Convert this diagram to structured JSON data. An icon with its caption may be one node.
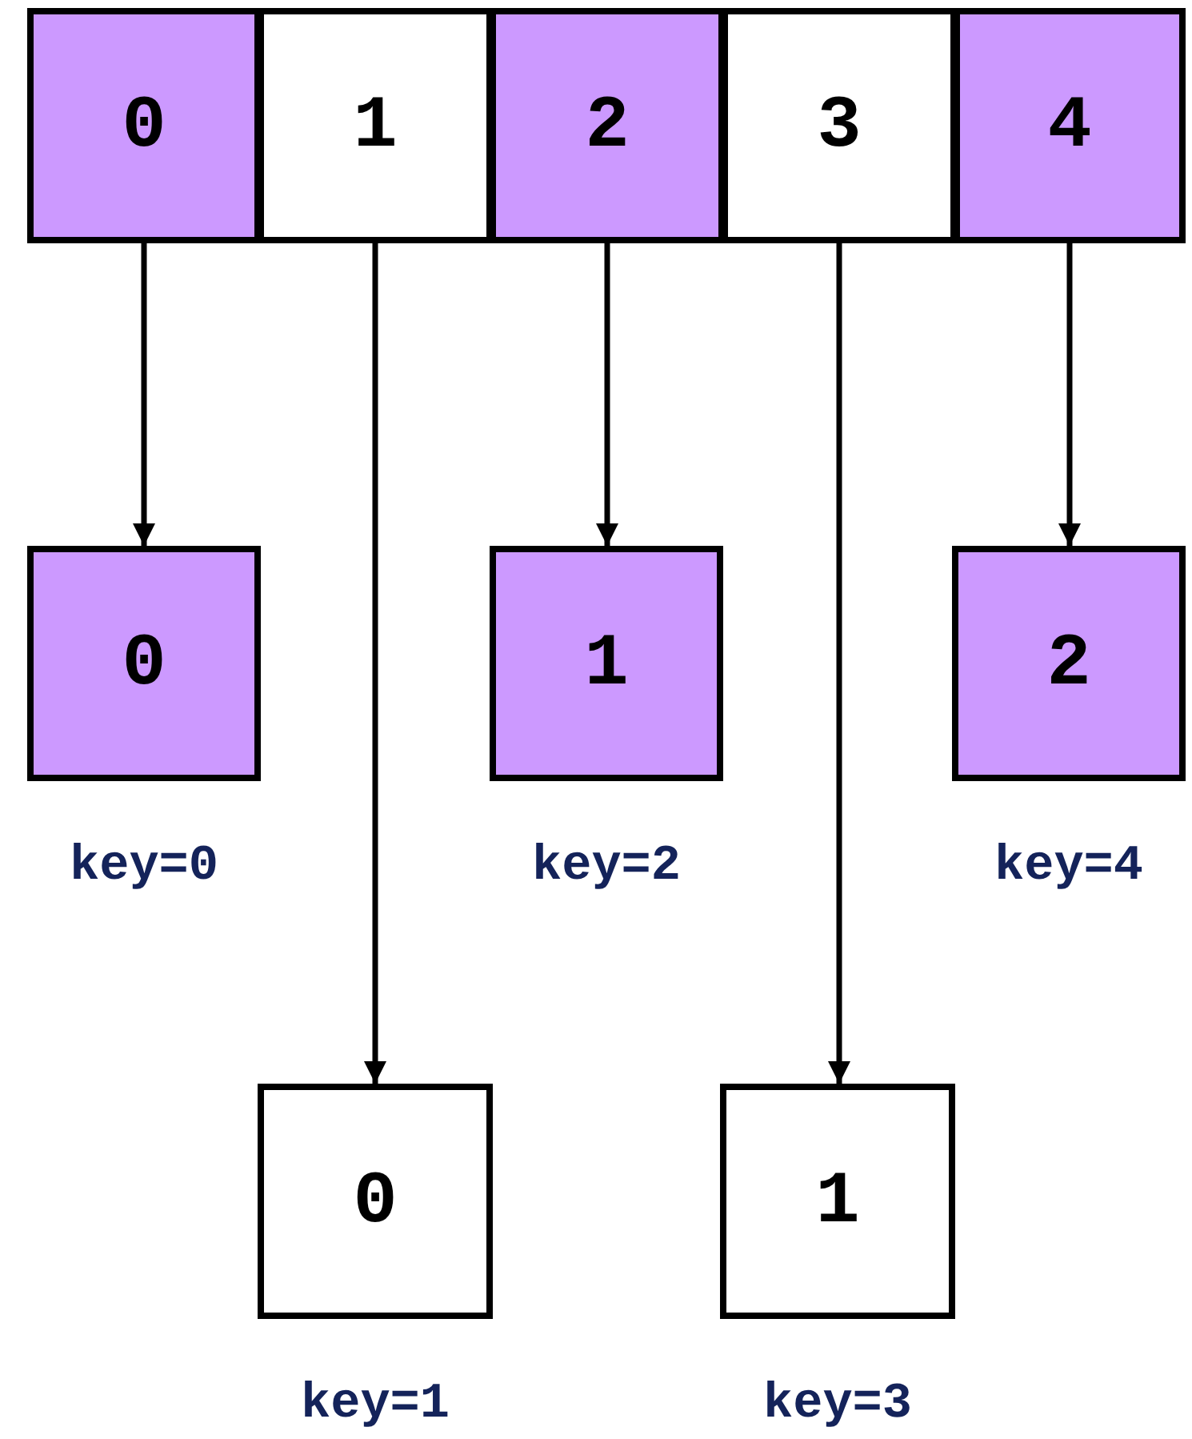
{
  "diagram": {
    "nodes": [
      {
        "text": [
          "0"
        ]
      },
      {
        "text": [
          "1"
        ]
      },
      {
        "text": [
          "2"
        ]
      },
      {
        "text": [
          "3"
        ]
      },
      {
        "text": [
          "4"
        ]
      },
      {
        "text": [
          "0"
        ],
        "beside": [
          "key=0"
        ]
      },
      {
        "text": [
          "1"
        ],
        "beside": [
          "key=2"
        ]
      },
      {
        "text": [
          "2"
        ],
        "beside": [
          "key=4"
        ]
      },
      {
        "text": [
          "0"
        ],
        "beside": [
          "key=1"
        ]
      },
      {
        "text": [
          "1"
        ],
        "beside": [
          "key=3"
        ]
      }
    ],
    "edges": [
      {
        "from": 0,
        "to": 5,
        "arrow": "to"
      },
      {
        "from": 1,
        "to": 8,
        "arrow": "to"
      },
      {
        "from": 2,
        "to": 6,
        "arrow": "to"
      },
      {
        "from": 3,
        "to": 9,
        "arrow": "to"
      },
      {
        "from": 4,
        "to": 7,
        "arrow": "to"
      }
    ]
  }
}
